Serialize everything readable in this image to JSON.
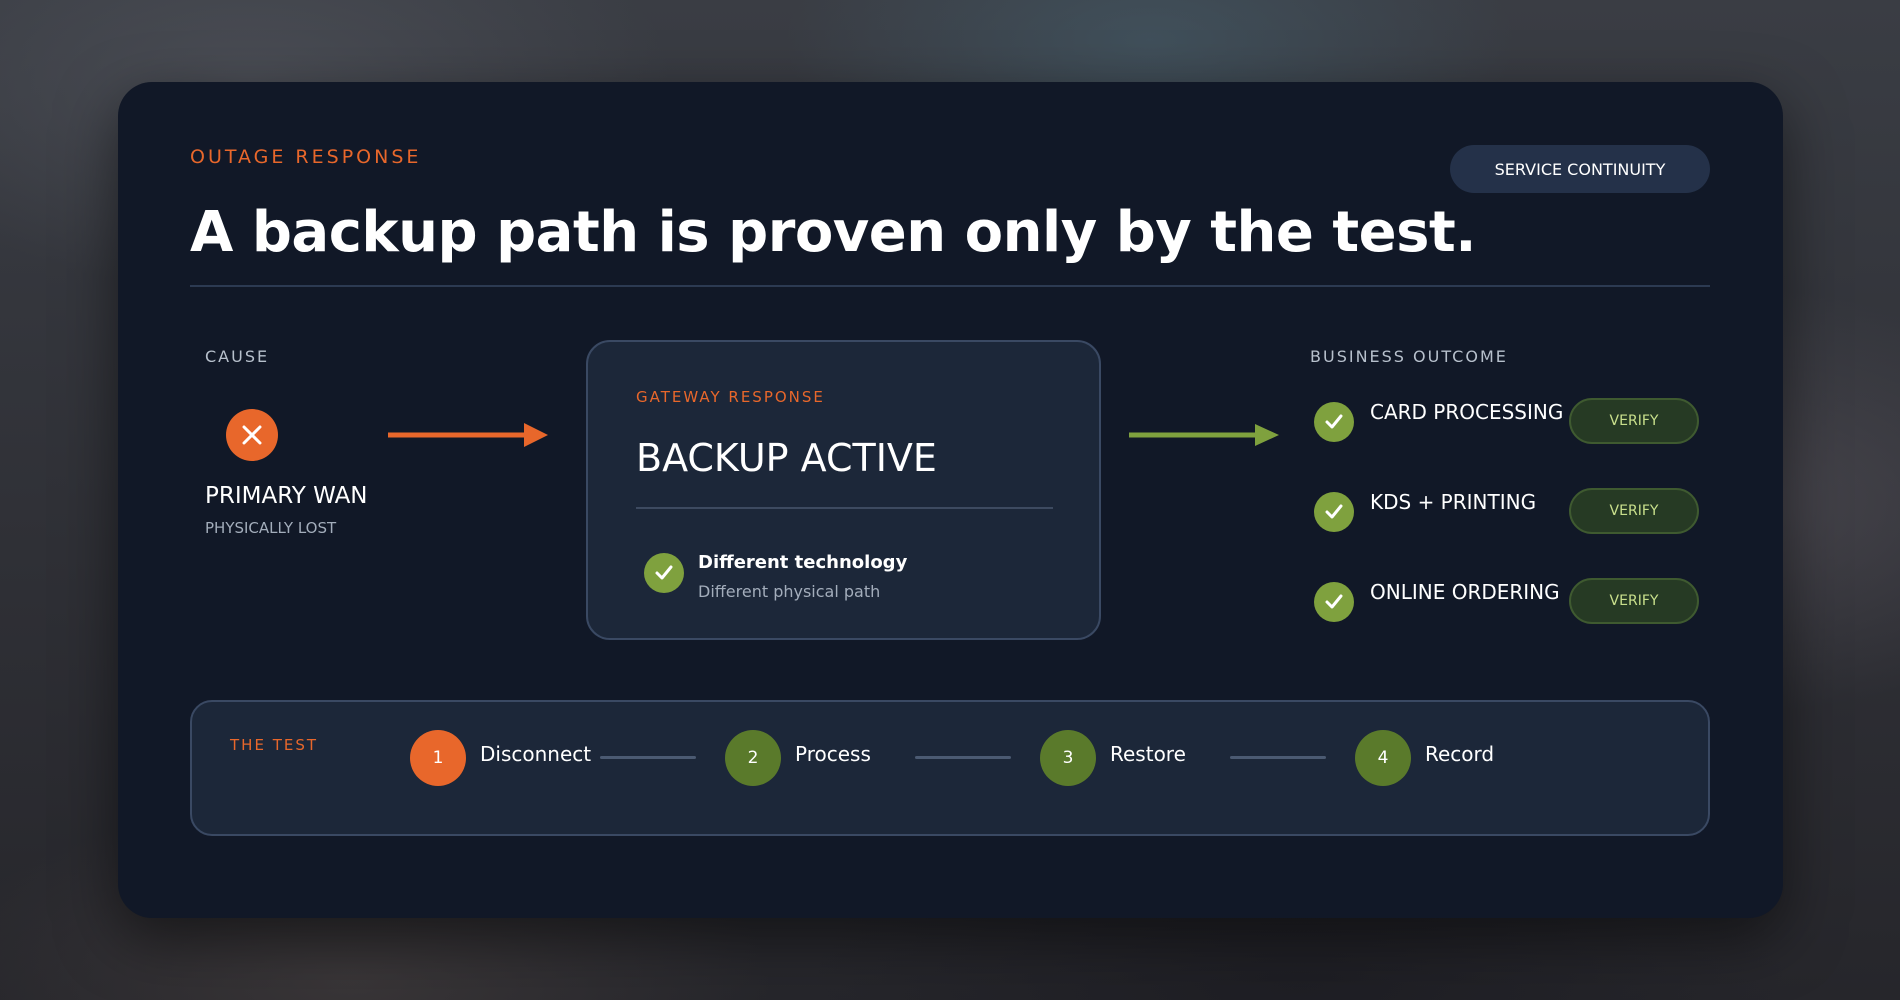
{
  "header": {
    "eyebrow": "OUTAGE RESPONSE",
    "headline": "A backup path is proven only by the test.",
    "pill": "SERVICE CONTINUITY"
  },
  "cause": {
    "label": "CAUSE",
    "icon": "x-icon",
    "title": "PRIMARY WAN",
    "subtitle": "PHYSICALLY LOST"
  },
  "gateway": {
    "eyebrow": "GATEWAY RESPONSE",
    "title": "BACKUP ACTIVE",
    "check_primary": "Different technology",
    "check_secondary": "Different physical path"
  },
  "outcome": {
    "label": "BUSINESS OUTCOME",
    "items": [
      {
        "label": "CARD PROCESSING",
        "action": "VERIFY"
      },
      {
        "label": "KDS + PRINTING",
        "action": "VERIFY"
      },
      {
        "label": "ONLINE ORDERING",
        "action": "VERIFY"
      }
    ]
  },
  "test": {
    "label": "THE TEST",
    "steps": [
      {
        "num": "1",
        "label": "Disconnect"
      },
      {
        "num": "2",
        "label": "Process"
      },
      {
        "num": "3",
        "label": "Restore"
      },
      {
        "num": "4",
        "label": "Record"
      }
    ]
  },
  "colors": {
    "card_bg": "#111827",
    "panel_bg": "#1c2739",
    "accent_orange": "#e8672b",
    "accent_green": "#7fa13e",
    "step_green": "#5a7a2b",
    "verify_text": "#c9e08c"
  }
}
